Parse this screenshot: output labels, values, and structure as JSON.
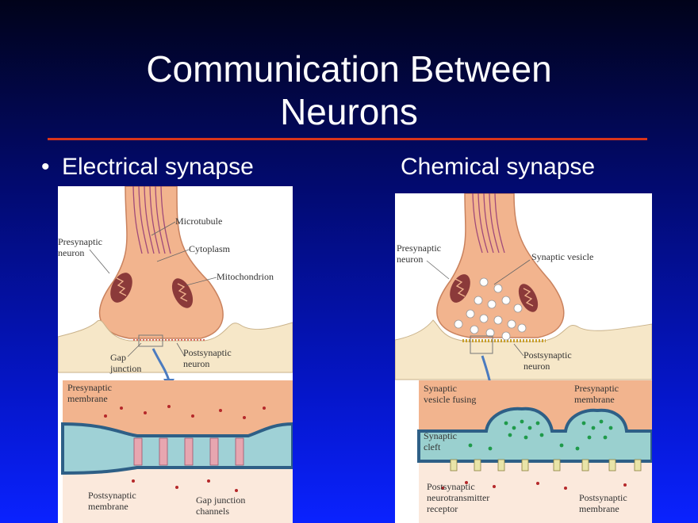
{
  "slide": {
    "title_line1": "Communication Between",
    "title_line2": "Neurons",
    "bullet_char": "•",
    "left_heading": "Electrical synapse",
    "right_heading": "Chemical synapse"
  },
  "electrical": {
    "labels": {
      "microtubule": "Microtubule",
      "presynaptic_neuron_1": "Presynaptic",
      "presynaptic_neuron_2": "neuron",
      "cytoplasm": "Cytoplasm",
      "mitochondrion": "Mitochondrion",
      "gap_junction_1": "Gap",
      "gap_junction_2": "junction",
      "postsynaptic_neuron_1": "Postsynaptic",
      "postsynaptic_neuron_2": "neuron",
      "presynaptic_membrane_1": "Presynaptic",
      "presynaptic_membrane_2": "membrane",
      "postsynaptic_membrane_1": "Postsynaptic",
      "postsynaptic_membrane_2": "membrane",
      "gap_channels_1": "Gap junction",
      "gap_channels_2": "channels"
    }
  },
  "chemical": {
    "labels": {
      "presynaptic_neuron_1": "Presynaptic",
      "presynaptic_neuron_2": "neuron",
      "synaptic_vesicle": "Synaptic vesicle",
      "postsynaptic_neuron_1": "Postsynaptic",
      "postsynaptic_neuron_2": "neuron",
      "vesicle_fusing_1": "Synaptic",
      "vesicle_fusing_2": "vesicle fusing",
      "presynaptic_membrane_1": "Presynaptic",
      "presynaptic_membrane_2": "membrane",
      "cleft_1": "Synaptic",
      "cleft_2": "cleft",
      "receptor_1": "Postsynaptic",
      "receptor_2": "neurotransmitter",
      "receptor_3": "receptor",
      "postsynaptic_membrane_1": "Postsynaptic",
      "postsynaptic_membrane_2": "membrane"
    }
  },
  "colors": {
    "rule": "#d8341b",
    "cell_fill": "#f2b48e",
    "membrane_blue": "#2e5f86",
    "cleft_fill": "#9ad0cf",
    "neurotransmitter": "#1f9a4a",
    "ion": "#b5282a"
  }
}
